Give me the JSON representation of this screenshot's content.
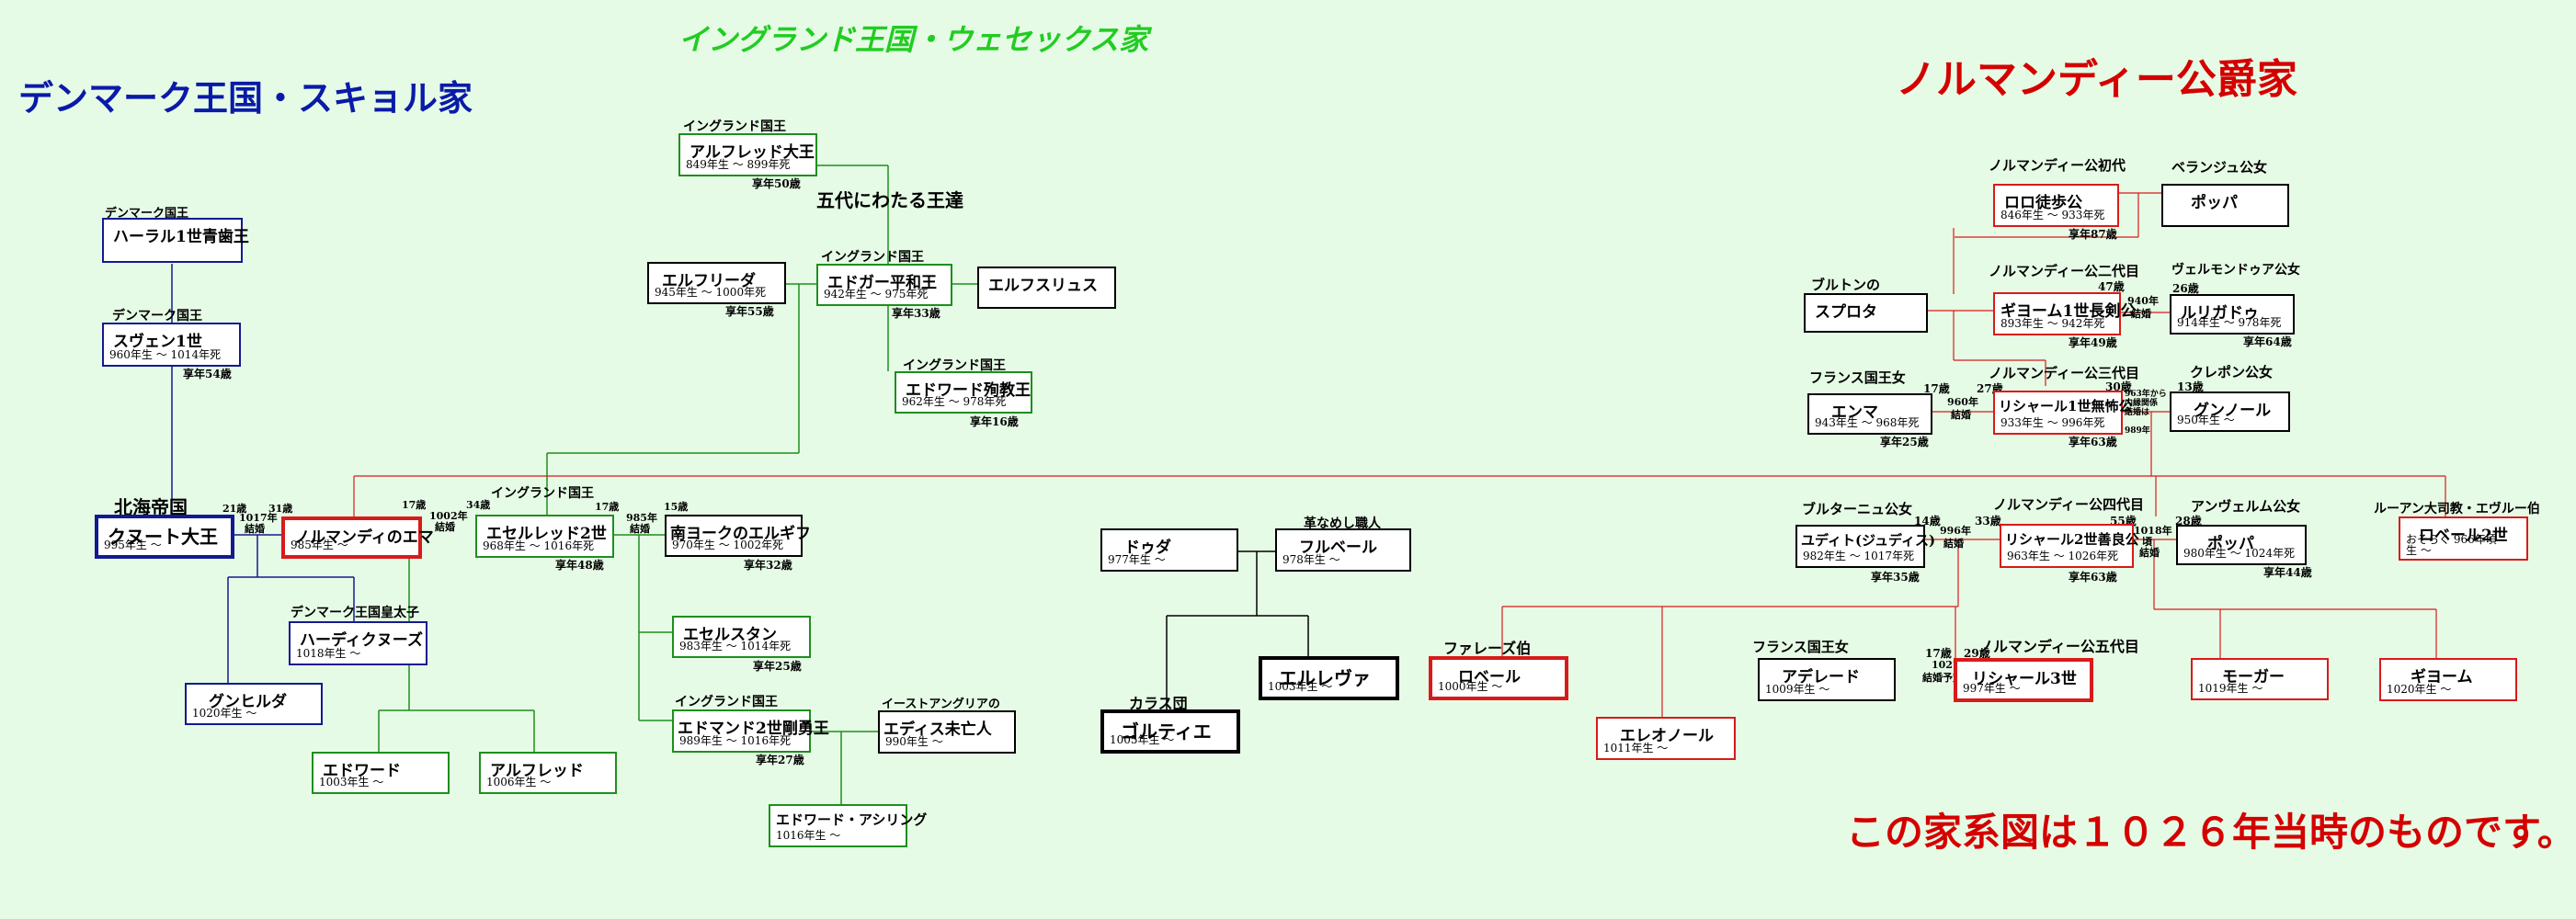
{
  "titles": {
    "denmark": "デンマーク王国・スキョル家",
    "england": "イングランド王国・ウェセックス家",
    "normandy": "ノルマンディー公爵家"
  },
  "note": "この家系図は１０２６年当時のものです。",
  "five_kings": "五代にわたる王達",
  "north_sea": "北海帝国",
  "colors": {
    "blue": "#131a8f",
    "green": "#1d8f1d",
    "red": "#d81a1a",
    "title_red": "#d40000",
    "background": "#e6fbe6"
  },
  "persons": {
    "harald": {
      "role": "デンマーク国王",
      "name": "ハーラル1世青歯王",
      "dates": "",
      "age": ""
    },
    "sven": {
      "role": "デンマーク国王",
      "name": "スヴェン1世",
      "dates": "960年生 ～ 1014年死",
      "age": "享年54歳"
    },
    "cnut": {
      "role": "",
      "name": "クヌート大王",
      "dates": "995年生 ～",
      "age": ""
    },
    "emma_n": {
      "role": "",
      "name": "ノルマンディのエマ",
      "dates": "985年生 ～",
      "age": ""
    },
    "harthacnut": {
      "role": "デンマーク王国皇太子",
      "name": "ハーディクヌーズ",
      "dates": "1018年生 ～",
      "age": ""
    },
    "gunhilda": {
      "role": "",
      "name": "グンヒルダ",
      "dates": "1020年生 ～",
      "age": ""
    },
    "alfred_great": {
      "role": "イングランド国王",
      "name": "アルフレッド大王",
      "dates": "849年生 ～ 899年死",
      "age": "享年50歳"
    },
    "edgar": {
      "role": "イングランド国王",
      "name": "エドガー平和王",
      "dates": "942年生 ～ 975年死",
      "age": "享年33歳"
    },
    "elfrida": {
      "role": "",
      "name": "エルフリーダ",
      "dates": "945年生 ～ 1000年死",
      "age": "享年55歳"
    },
    "aelfswith": {
      "role": "",
      "name": "エルフスリュス",
      "dates": "",
      "age": ""
    },
    "edward_m": {
      "role": "イングランド国王",
      "name": "エドワード殉教王",
      "dates": "962年生 ～ 978年死",
      "age": "享年16歳"
    },
    "ethelred": {
      "role": "イングランド国王",
      "name": "エセルレッド2世",
      "dates": "968年生 ～ 1016年死",
      "age": "享年48歳"
    },
    "elgifu": {
      "role": "",
      "name": "南ヨークのエルギフ",
      "dates": "970年生 ～ 1002年死",
      "age": "享年32歳"
    },
    "athelstan": {
      "role": "",
      "name": "エセルスタン",
      "dates": "983年生 ～ 1014年死",
      "age": "享年25歳"
    },
    "edmund": {
      "role": "イングランド国王",
      "name": "エドマンド2世剛勇王",
      "dates": "989年生 ～ 1016年死",
      "age": "享年27歳"
    },
    "ealdgyth": {
      "role": "イーストアングリアの",
      "name": "エディス未亡人",
      "dates": "990年生 ～",
      "age": ""
    },
    "edward_c": {
      "role": "",
      "name": "エドワード",
      "dates": "1003年生 ～",
      "age": ""
    },
    "alfred_a": {
      "role": "",
      "name": "アルフレッド",
      "dates": "1006年生 ～",
      "age": ""
    },
    "edward_ex": {
      "role": "",
      "name": "エドワード・アシリング",
      "dates": "1016年生 ～",
      "age": ""
    },
    "duda": {
      "role": "",
      "name": "ドゥダ",
      "dates": "977年生 ～",
      "age": ""
    },
    "fulbert": {
      "role": "革なめし職人",
      "name": "フルベール",
      "dates": "978年生 ～",
      "age": ""
    },
    "herleva": {
      "role": "",
      "name": "エルレヴァ",
      "dates": "1003年生 ～",
      "age": ""
    },
    "gortier": {
      "role": "カラス団",
      "name": "ゴルティエ",
      "dates": "1005年生 ～",
      "age": ""
    },
    "rollo": {
      "role": "ノルマンディー公初代",
      "name": "ロロ徒歩公",
      "dates": "846年生 ～ 933年死",
      "age": "享年87歳"
    },
    "poppa1": {
      "role": "ベランジュ公女",
      "name": "ポッパ",
      "dates": "",
      "age": ""
    },
    "william1": {
      "role": "ノルマンディー公二代目",
      "name": "ギヨーム1世長剣公",
      "dates": "893年生 ～ 942年死",
      "age": "享年49歳"
    },
    "sprota": {
      "role": "ブルトンの",
      "name": "スプロタ",
      "dates": "",
      "age": ""
    },
    "liutgarde": {
      "role": "ヴェルモンドゥア公女",
      "name": "ルリガドゥ",
      "dates": "914年生 ～ 978年死",
      "age": "享年64歳"
    },
    "richard1": {
      "role": "ノルマンディー公三代目",
      "name": "リシャール1世無怖公",
      "dates": "933年生 ～ 996年死",
      "age": "享年63歳"
    },
    "emma_f": {
      "role": "フランス国王女",
      "name": "エンマ",
      "dates": "943年生 ～ 968年死",
      "age": "享年25歳"
    },
    "gunnor": {
      "role": "クレポン公女",
      "name": "グンノール",
      "dates": "950年生 ～",
      "age": ""
    },
    "judith": {
      "role": "ブルターニュ公女",
      "name": "ユディト(ジュディス)",
      "dates": "982年生 ～ 1017年死",
      "age": "享年35歳"
    },
    "richard2": {
      "role": "ノルマンディー公四代目",
      "name": "リシャール2世善良公",
      "dates": "963年生 ～ 1026年死",
      "age": "享年63歳"
    },
    "poppa2": {
      "role": "アンヴェルム公女",
      "name": "ポッパ",
      "dates": "980年生 ～ 1024年死",
      "age": "享年44歳"
    },
    "robert_arch": {
      "role": "ルーアン大司教・エヴルー伯",
      "name": "ロベール2世",
      "dates": "おそらく 966年頃生 ～",
      "age": ""
    },
    "robert_f": {
      "role": "ファレーズ伯",
      "name": "ロベール",
      "dates": "1000年生 ～",
      "age": ""
    },
    "eleanor": {
      "role": "",
      "name": "エレオノール",
      "dates": "1011年生 ～",
      "age": ""
    },
    "adele": {
      "role": "フランス国王女",
      "name": "アデレード",
      "dates": "1009年生 ～",
      "age": ""
    },
    "richard3": {
      "role": "ノルマンディー公五代目",
      "name": "リシャール3世",
      "dates": "997年生 ～",
      "age": ""
    },
    "mauger": {
      "role": "",
      "name": "モーガー",
      "dates": "1019年生 ～",
      "age": ""
    },
    "william_a": {
      "role": "",
      "name": "ギヨーム",
      "dates": "1020年生 ～",
      "age": ""
    }
  },
  "annotations": {
    "a21": "21歳",
    "a31": "31歳",
    "m1017": "1017年",
    "kekkon1": "結婚",
    "a17": "17歳",
    "a34": "34歳",
    "m1002": "1002年",
    "kekkon2": "結婚",
    "a17b": "17歳",
    "m985": "985年",
    "kekkon3": "結婚",
    "a15": "15歳",
    "a47": "47歳",
    "a26": "26歳",
    "m940": "940年",
    "kekkon4": "結婚",
    "a17c": "17歳",
    "a27": "27歳",
    "a30": "30歳",
    "a13": "13歳",
    "m960": "960年",
    "kekkon5": "結婚",
    "m963": "963年から",
    "m963b": "内縁関係",
    "m963c": "結婚は",
    "m989": "989年",
    "a14": "14歳",
    "a33": "33歳",
    "a55": "55歳",
    "a28": "28歳",
    "m996": "996年",
    "kekkon6": "結婚",
    "m1018": "1018年",
    "m1018b": "頃",
    "kekkon7": "結婚",
    "a17d": "17歳",
    "a29": "29歳",
    "m1027": "1027年",
    "m1027b": "結婚予定"
  }
}
